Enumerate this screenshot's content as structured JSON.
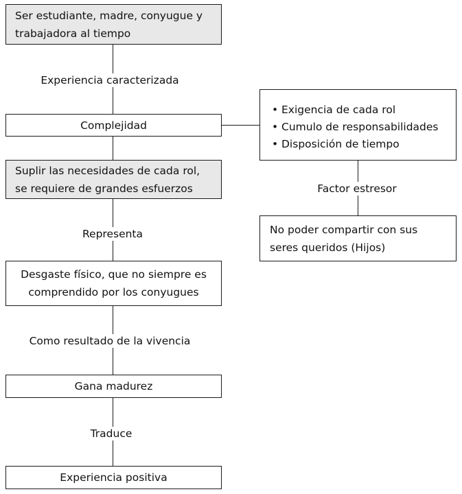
{
  "nodes": {
    "n1": [
      "Ser estudiante, madre, conyugue y",
      "trabajadora al tiempo"
    ],
    "n2": "Complejidad",
    "n3": [
      "Suplir las necesidades de cada rol,",
      "se requiere de grandes esfuerzos"
    ],
    "n4": [
      "Desgaste físico, que no siempre es",
      "comprendido por los conyugues"
    ],
    "n5": "Gana madurez",
    "n6": "Experiencia positiva",
    "side": {
      "bullets": [
        "Exigencia de cada rol",
        "Cumulo de responsabilidades",
        "Disposición de tiempo"
      ],
      "bullet_symbol": "•",
      "bottom": [
        "No poder compartir con sus",
        "seres queridos (Hijos)"
      ]
    }
  },
  "edges": {
    "e1": "Experiencia caracterizada",
    "e2": "Representa",
    "e3": "Como resultado de la vivencia",
    "e4": "Traduce",
    "e5": "Factor estresor"
  },
  "colors": {
    "shaded_fill": "#e8e8e8",
    "border": "#1a1a1a"
  }
}
